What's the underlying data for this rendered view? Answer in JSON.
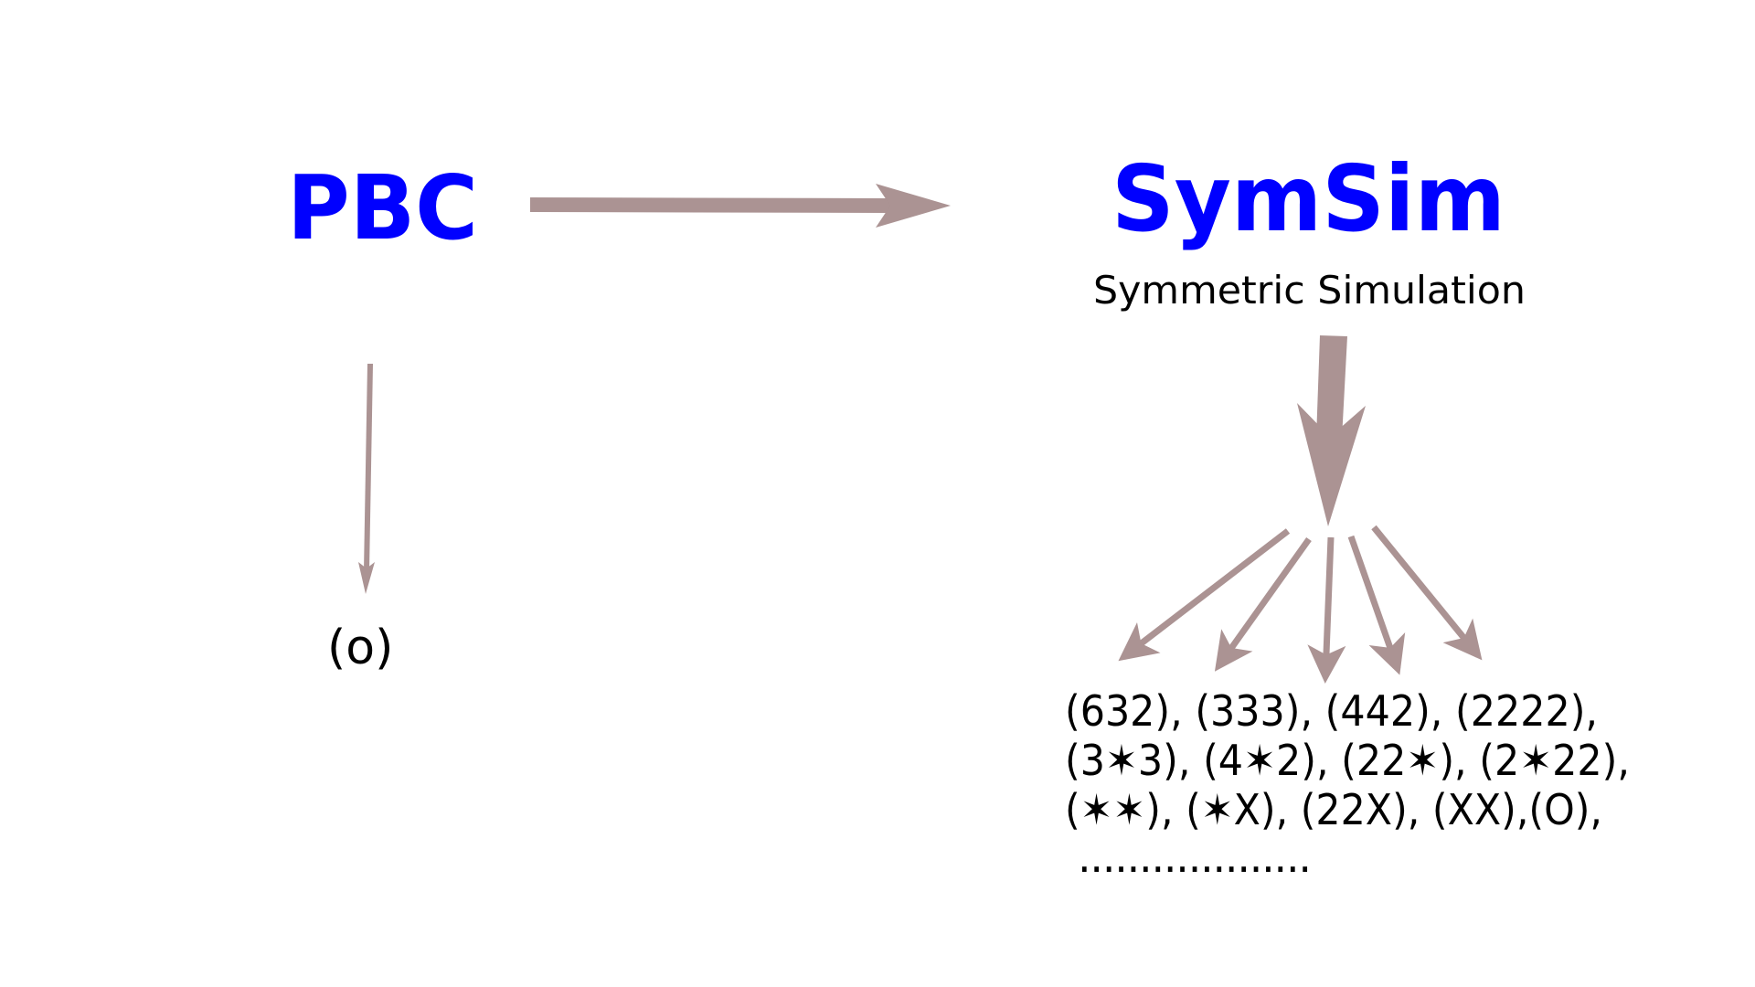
{
  "colors": {
    "title": "#0000ff",
    "arrow": "#ab9393",
    "text": "#000000"
  },
  "left": {
    "title": "PBC",
    "result": "(o)"
  },
  "right": {
    "title": "SymSim",
    "subtitle": "Symmetric Simulation",
    "lines": [
      "(632), (333), (442), (2222),",
      "(3✶3), (4✶2), (22✶), (2✶22),",
      "(✶✶), (✶X), (22X), (XX),(O),",
      "..................."
    ]
  }
}
